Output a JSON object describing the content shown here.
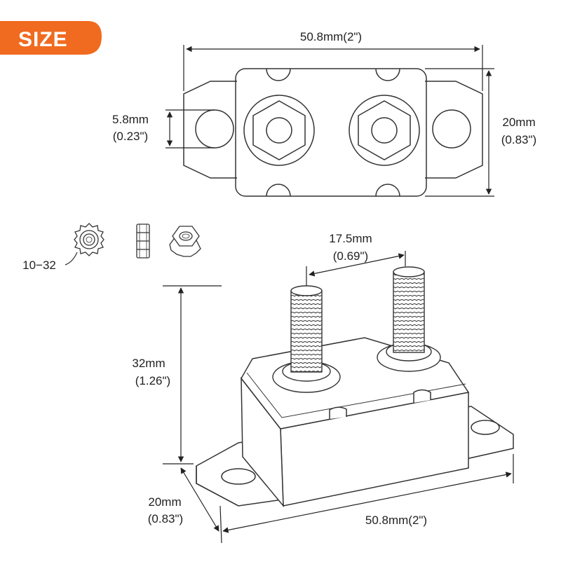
{
  "badge": {
    "label": "SIZE",
    "color": "#f06b1f"
  },
  "top_view": {
    "width_label": "50.8mm(2\")",
    "hole_mm": "5.8mm",
    "hole_in": "(0.23\")",
    "height_mm": "20mm",
    "height_in": "(0.83\")"
  },
  "nuts": {
    "thread_label": "10−32"
  },
  "iso_view": {
    "stud_spacing_mm": "17.5mm",
    "stud_spacing_in": "(0.69\")",
    "stud_height_mm": "32mm",
    "stud_height_in": "(1.26\")",
    "depth_mm": "20mm",
    "depth_in": "(0.83\")",
    "length_label": "50.8mm(2\")"
  },
  "colors": {
    "line": "#222222",
    "outline": "#333333"
  }
}
